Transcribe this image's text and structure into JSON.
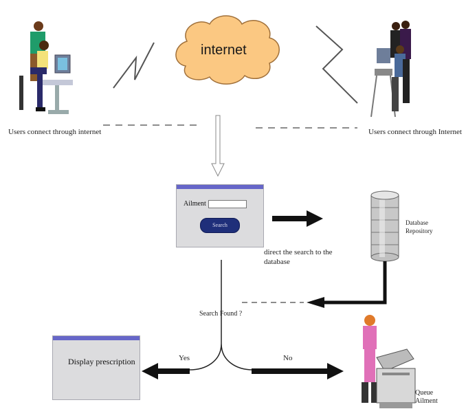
{
  "cloud": {
    "label": "internet"
  },
  "users_left": {
    "label": "Users connect through internet"
  },
  "users_right": {
    "label": "Users connect through Internet"
  },
  "search_box": {
    "field_label": "Ailment",
    "button_label": "Search"
  },
  "direct_label": "direct the search to the database",
  "database": {
    "label": "Database Repository"
  },
  "search_found": "Search Found ?",
  "yes_label": "Yes",
  "no_label": "No",
  "display": {
    "label": "Display prescription"
  },
  "queue": {
    "label": "Queue Ailment"
  }
}
